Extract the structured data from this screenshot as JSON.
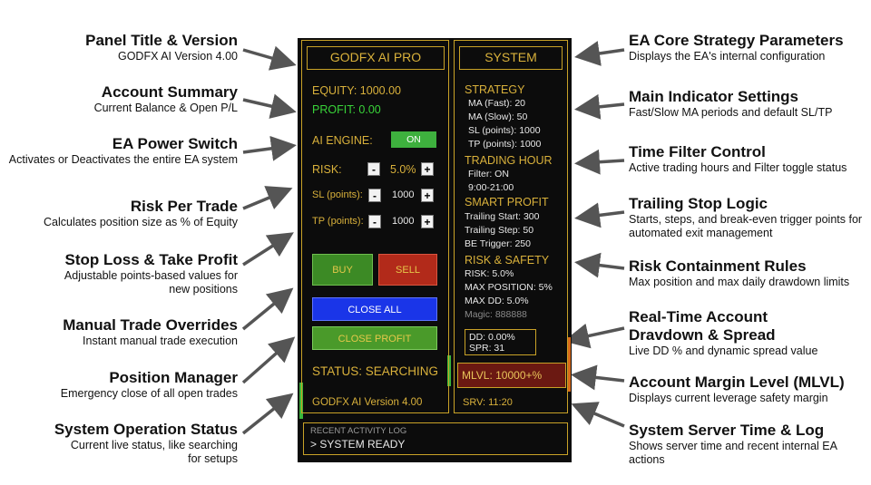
{
  "colors": {
    "gold": "#d9b13b",
    "panel_bg": "#0c0c0c",
    "buy_green": "#3c8a25",
    "sell_red": "#b22a1a",
    "close_all_blue": "#1a35e8",
    "close_profit_green": "#4a9a2a",
    "profit_green": "#39d439",
    "mlvl_bg": "#6b1912"
  },
  "annotations_left": [
    {
      "title": "Panel Title & Version",
      "desc": "GODFX AI Version 4.00"
    },
    {
      "title": "Account Summary",
      "desc": "Current Balance & Open P/L"
    },
    {
      "title": "EA Power Switch",
      "desc": "Activates or Deactivates the entire EA system"
    },
    {
      "title": "Risk Per Trade",
      "desc": "Calculates position size as % of Equity"
    },
    {
      "title": "Stop Loss & Take Profit",
      "desc": "Adjustable points-based values for new positions"
    },
    {
      "title": "Manual Trade Overrides",
      "desc": "Instant manual trade execution"
    },
    {
      "title": "Position Manager",
      "desc": "Emergency close of all open trades"
    },
    {
      "title": "System Operation Status",
      "desc": "Current live status, like searching for setups"
    }
  ],
  "annotations_right": [
    {
      "title": "EA Core Strategy Parameters",
      "desc": "Displays the EA's internal configuration"
    },
    {
      "title": "Main Indicator Settings",
      "desc": "Fast/Slow MA periods and default SL/TP"
    },
    {
      "title": "Time Filter Control",
      "desc": "Active trading hours and Filter toggle status"
    },
    {
      "title": "Trailing Stop Logic",
      "desc": "Starts, steps, and break-even trigger points for automated exit management"
    },
    {
      "title": "Risk Containment Rules",
      "desc": "Max position and max daily drawdown limits"
    },
    {
      "title": "Real-Time Account Dravdown & Spread",
      "desc": "Live DD % and dynamic spread value"
    },
    {
      "title": "Account Margin Level (MLVL)",
      "desc": "Displays current leverage safety margin"
    },
    {
      "title": "System Server Time & Log",
      "desc": "Shows server time and recent internal EA actions"
    }
  ],
  "panel": {
    "title": "GODFX AI PRO",
    "equity": "EQUITY: 1000.00",
    "profit": "PROFIT: 0.00",
    "ai_engine_label": "AI ENGINE:",
    "ai_engine_state": "ON",
    "risk_label": "RISK:",
    "risk_value": "5.0%",
    "sl_label": "SL (points):",
    "sl_value": "1000",
    "tp_label": "TP (points):",
    "tp_value": "1000",
    "minus": "-",
    "plus": "+",
    "buy": "BUY",
    "sell": "SELL",
    "close_all": "CLOSE ALL",
    "close_profit": "CLOSE PROFIT",
    "status": "STATUS:  SEARCHING",
    "version": "GODFX AI Version 4.00"
  },
  "system": {
    "title": "SYSTEM",
    "strategy_heading": "STRATEGY",
    "strategy": [
      "MA (Fast): 20",
      "MA (Slow): 50",
      "SL (points): 1000",
      "TP (points): 1000"
    ],
    "trading_heading": "TRADING HOUR",
    "trading": [
      "Filter: ON",
      "9:00-21:00"
    ],
    "smart_heading": "SMART PROFIT",
    "smart": [
      "Trailing Start: 300",
      "Trailing Step: 50",
      "BE Trigger: 250"
    ],
    "risk_heading": "RISK & SAFETY",
    "risk": [
      "RISK: 5.0%",
      "MAX POSITION: 5%",
      "MAX DD: 5.0%"
    ],
    "magic": "Magic: 888888",
    "dd": "DD: 0.00%",
    "spr": "SPR: 31",
    "mlvl": "MLVL: 10000+%",
    "srv": "SRV: 11:20"
  },
  "log": {
    "label": "RECENT ACTIVITY LOG",
    "line": "> SYSTEM READY"
  }
}
